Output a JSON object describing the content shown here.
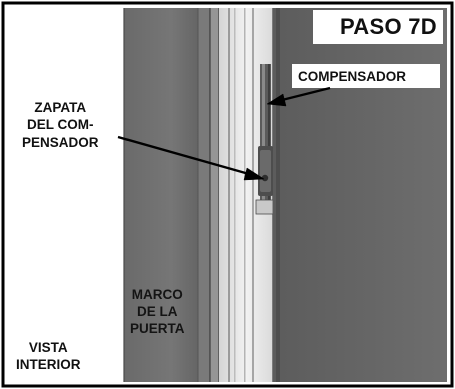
{
  "step": {
    "title": "PASO 7D"
  },
  "callouts": {
    "compensator": "COMPENSADOR",
    "shoe": {
      "line1": "ZAPATA",
      "line2": "DEL COM-",
      "line3": "PENSADOR"
    },
    "frame": {
      "line1": "MARCO",
      "line2": "DE LA",
      "line3": "PUERTA"
    },
    "view": {
      "line1": "VISTA",
      "line2": "INTERIOR"
    }
  },
  "colors": {
    "frame_dark": "#666666",
    "frame_light": "#ebebeb",
    "background": "#ffffff",
    "ink": "#000000"
  }
}
